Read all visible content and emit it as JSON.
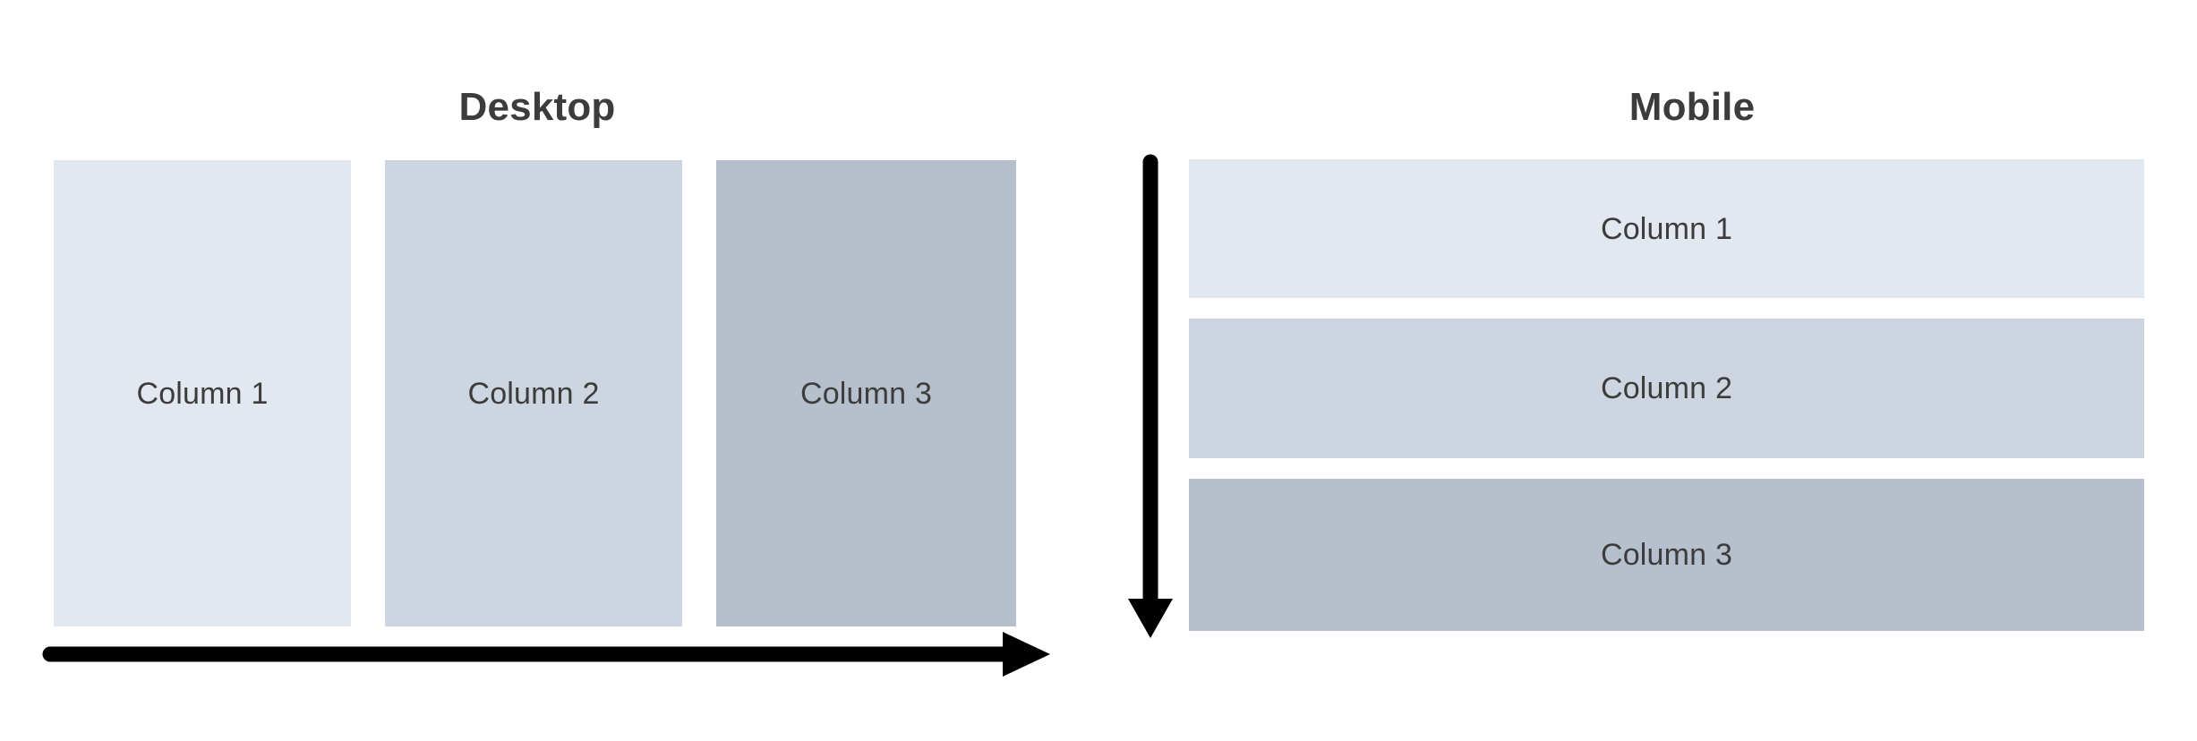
{
  "diagram": {
    "title_desktop": "Desktop",
    "title_mobile": "Mobile",
    "background_color": "#ffffff",
    "text_color": "#3c3c3c",
    "arrow_color": "#000000"
  },
  "desktop": {
    "label": "Desktop",
    "flow_direction": "horizontal",
    "flow_arrow_icon": "arrow-right-icon",
    "columns": [
      {
        "label": "Column 1",
        "color": "#e2e8ef"
      },
      {
        "label": "Column 2",
        "color": "#ccd5e0"
      },
      {
        "label": "Column 3",
        "color": "#b6c0cc"
      }
    ]
  },
  "mobile": {
    "label": "Mobile",
    "flow_direction": "vertical",
    "flow_arrow_icon": "arrow-down-icon",
    "rows": [
      {
        "label": "Column 1",
        "color": "#e2e8ef"
      },
      {
        "label": "Column 2",
        "color": "#ccd5e0"
      },
      {
        "label": "Column 3",
        "color": "#b6c0cc"
      }
    ]
  }
}
